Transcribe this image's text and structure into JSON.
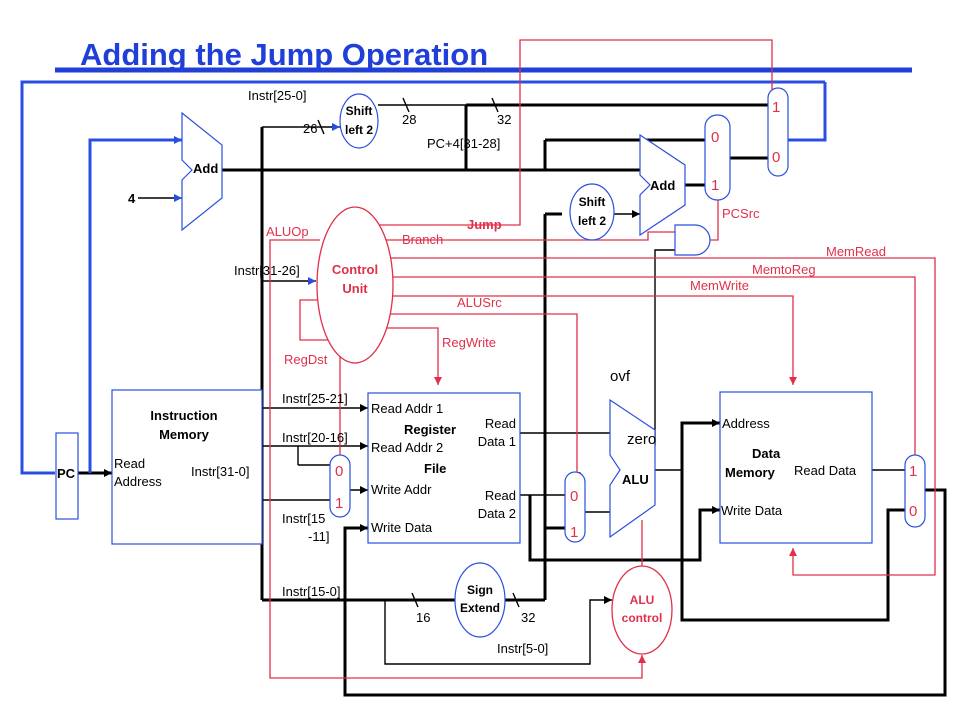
{
  "title": "Adding the Jump Operation",
  "blocks": {
    "pc": "PC",
    "instr_mem_l1": "Instruction",
    "instr_mem_l2": "Memory",
    "read_addr_l1": "Read",
    "read_addr_l2": "Address",
    "instr_out": "Instr[31-0]",
    "add1": "Add",
    "four": "4",
    "shift1_l1": "Shift",
    "shift1_l2": "left 2",
    "control_l1": "Control",
    "control_l2": "Unit",
    "add2": "Add",
    "shift2_l1": "Shift",
    "shift2_l2": "left 2",
    "reg_read_addr1": "Read Addr 1",
    "reg_title": "Register",
    "reg_read_addr2": "Read Addr 2",
    "reg_file": "File",
    "reg_write_addr": "Write Addr",
    "reg_write_data": "Write Data",
    "reg_read_data1_l1": "Read",
    "reg_read_data1_l2": "Data 1",
    "reg_read_data2_l1": "Read",
    "reg_read_data2_l2": "Data 2",
    "alu": "ALU",
    "zero": "zero",
    "ovf": "ovf",
    "dm_address": "Address",
    "dm_title_l1": "Data",
    "dm_title_l2": "Memory",
    "dm_read_data": "Read Data",
    "dm_write_data": "Write Data",
    "sign_l1": "Sign",
    "sign_l2": "Extend",
    "alu_ctl_l1": "ALU",
    "alu_ctl_l2": "control"
  },
  "wire_labels": {
    "instr_25_0": "Instr[25-0]",
    "bits26": "26",
    "bits28": "28",
    "bits32a": "32",
    "pc4": "PC+4[31-28]",
    "instr_31_26": "Instr[31-26]",
    "instr_25_21": "Instr[25-21]",
    "instr_20_16": "Instr[20-16]",
    "instr_15_11_l1": "Instr[15",
    "instr_15_11_l2": "-11]",
    "instr_15_0": "Instr[15-0]",
    "bits16": "16",
    "bits32b": "32",
    "instr_5_0": "Instr[5-0]"
  },
  "control_signals": {
    "aluop": "ALUOp",
    "branch": "Branch",
    "jump": "Jump",
    "pcsrc": "PCSrc",
    "memread": "MemRead",
    "memtoreg": "MemtoReg",
    "memwrite": "MemWrite",
    "alusrc": "ALUSrc",
    "regwrite": "RegWrite",
    "regdst": "RegDst"
  },
  "mux_labels": {
    "jump_top": "1",
    "jump_bottom": "0",
    "branch_top": "0",
    "branch_bottom": "1",
    "regdst_top": "0",
    "regdst_bottom": "1",
    "alusrc_top": "0",
    "alusrc_bottom": "1",
    "memtoreg_top": "1",
    "memtoreg_bottom": "0"
  },
  "colors": {
    "title": "#1f3fd8",
    "datapath_wire": "#000000",
    "control_wire": "#e0304a",
    "pc_loop_wire": "#2a4fe0"
  }
}
